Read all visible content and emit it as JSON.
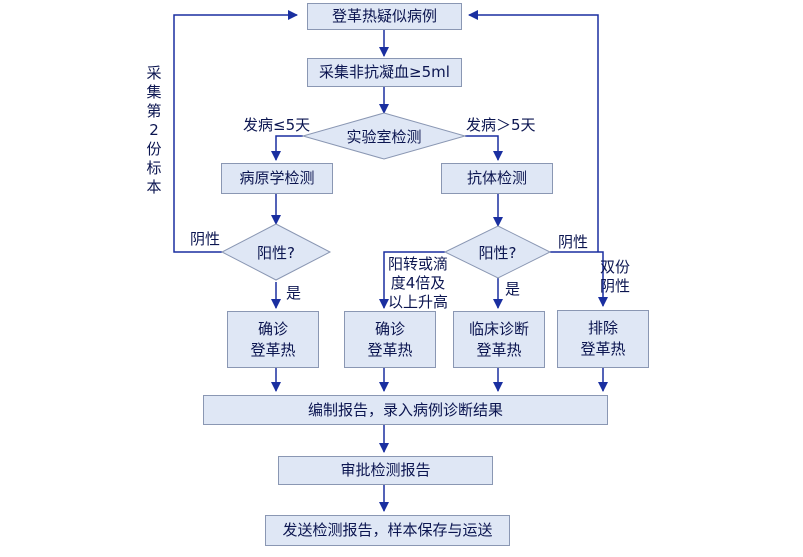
{
  "nodes": {
    "suspect": "登革热疑似病例",
    "collect": "采集非抗凝血≥5ml",
    "lab": "实验室检测",
    "pathogen": "病原学检测",
    "antibody": "抗体检测",
    "positive_left": "阳性?",
    "positive_right": "阳性?",
    "confirm_1": [
      "确诊",
      "登革热"
    ],
    "confirm_2": [
      "确诊",
      "登革热"
    ],
    "clinical": [
      "临床诊断",
      "登革热"
    ],
    "exclude": [
      "排除",
      "登革热"
    ],
    "report": "编制报告，录入病例诊断结果",
    "approve": "审批检测报告",
    "send": "发送检测报告，样本保存与运送"
  },
  "labels": {
    "onset_le5": "发病≤5天",
    "onset_gt5": "发病＞5天",
    "negative_left": "阴性",
    "negative_right": "阴性",
    "yes_left": "是",
    "yes_right": "是",
    "second_sample": "采集第2份标本",
    "seroconversion": [
      "阳转或滴",
      "度4倍及",
      "以上升高"
    ],
    "double_negative": [
      "双份",
      "阴性"
    ]
  },
  "colors": {
    "box_fill": "#dfe7f5",
    "box_border": "#8a97b3",
    "arrow": "#1a2fa0",
    "text": "#0b1550"
  }
}
